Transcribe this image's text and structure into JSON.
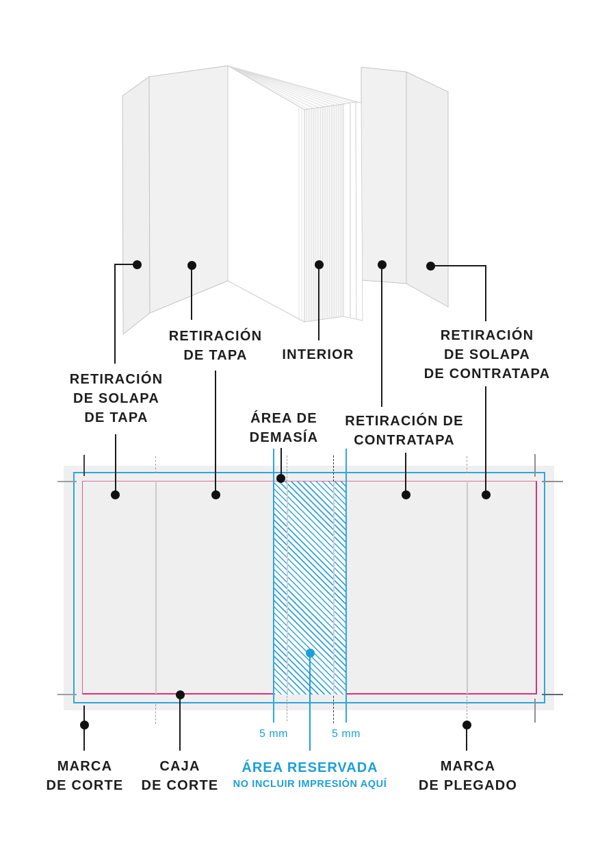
{
  "labels": {
    "retiracion_solapa_tapa": [
      "RETIRACIÓN",
      "DE SOLAPA",
      "DE TAPA"
    ],
    "retiracion_tapa": [
      "RETIRACIÓN",
      "DE TAPA"
    ],
    "interior": [
      "INTERIOR"
    ],
    "retiracion_contratapa": [
      "RETIRACIÓN DE",
      "CONTRATAPA"
    ],
    "retiracion_solapa_contratapa": [
      "RETIRACIÓN",
      "DE SOLAPA",
      "DE CONTRATAPA"
    ],
    "area_demasia": [
      "ÁREA DE",
      "DEMASÍA"
    ],
    "marca_corte": [
      "MARCA",
      "DE CORTE"
    ],
    "caja_corte": [
      "CAJA",
      "DE CORTE"
    ],
    "marca_plegado": [
      "MARCA",
      "DE PLEGADO"
    ],
    "area_reservada_title": "ÁREA RESERVADA",
    "area_reservada_subtitle": "NO INCLUIR IMPRESIÓN AQUÍ",
    "measure_left": "5 mm",
    "measure_right": "5 mm"
  },
  "colors": {
    "accent_blue": "#1b9fd9",
    "bleed_line_blue": "#2aa7e0",
    "trim_line_pink": "#dc3077",
    "sheet_gray": "#efeff0",
    "fold_line_gray": "#c9c9c9",
    "text_black": "#1d1d1d"
  }
}
